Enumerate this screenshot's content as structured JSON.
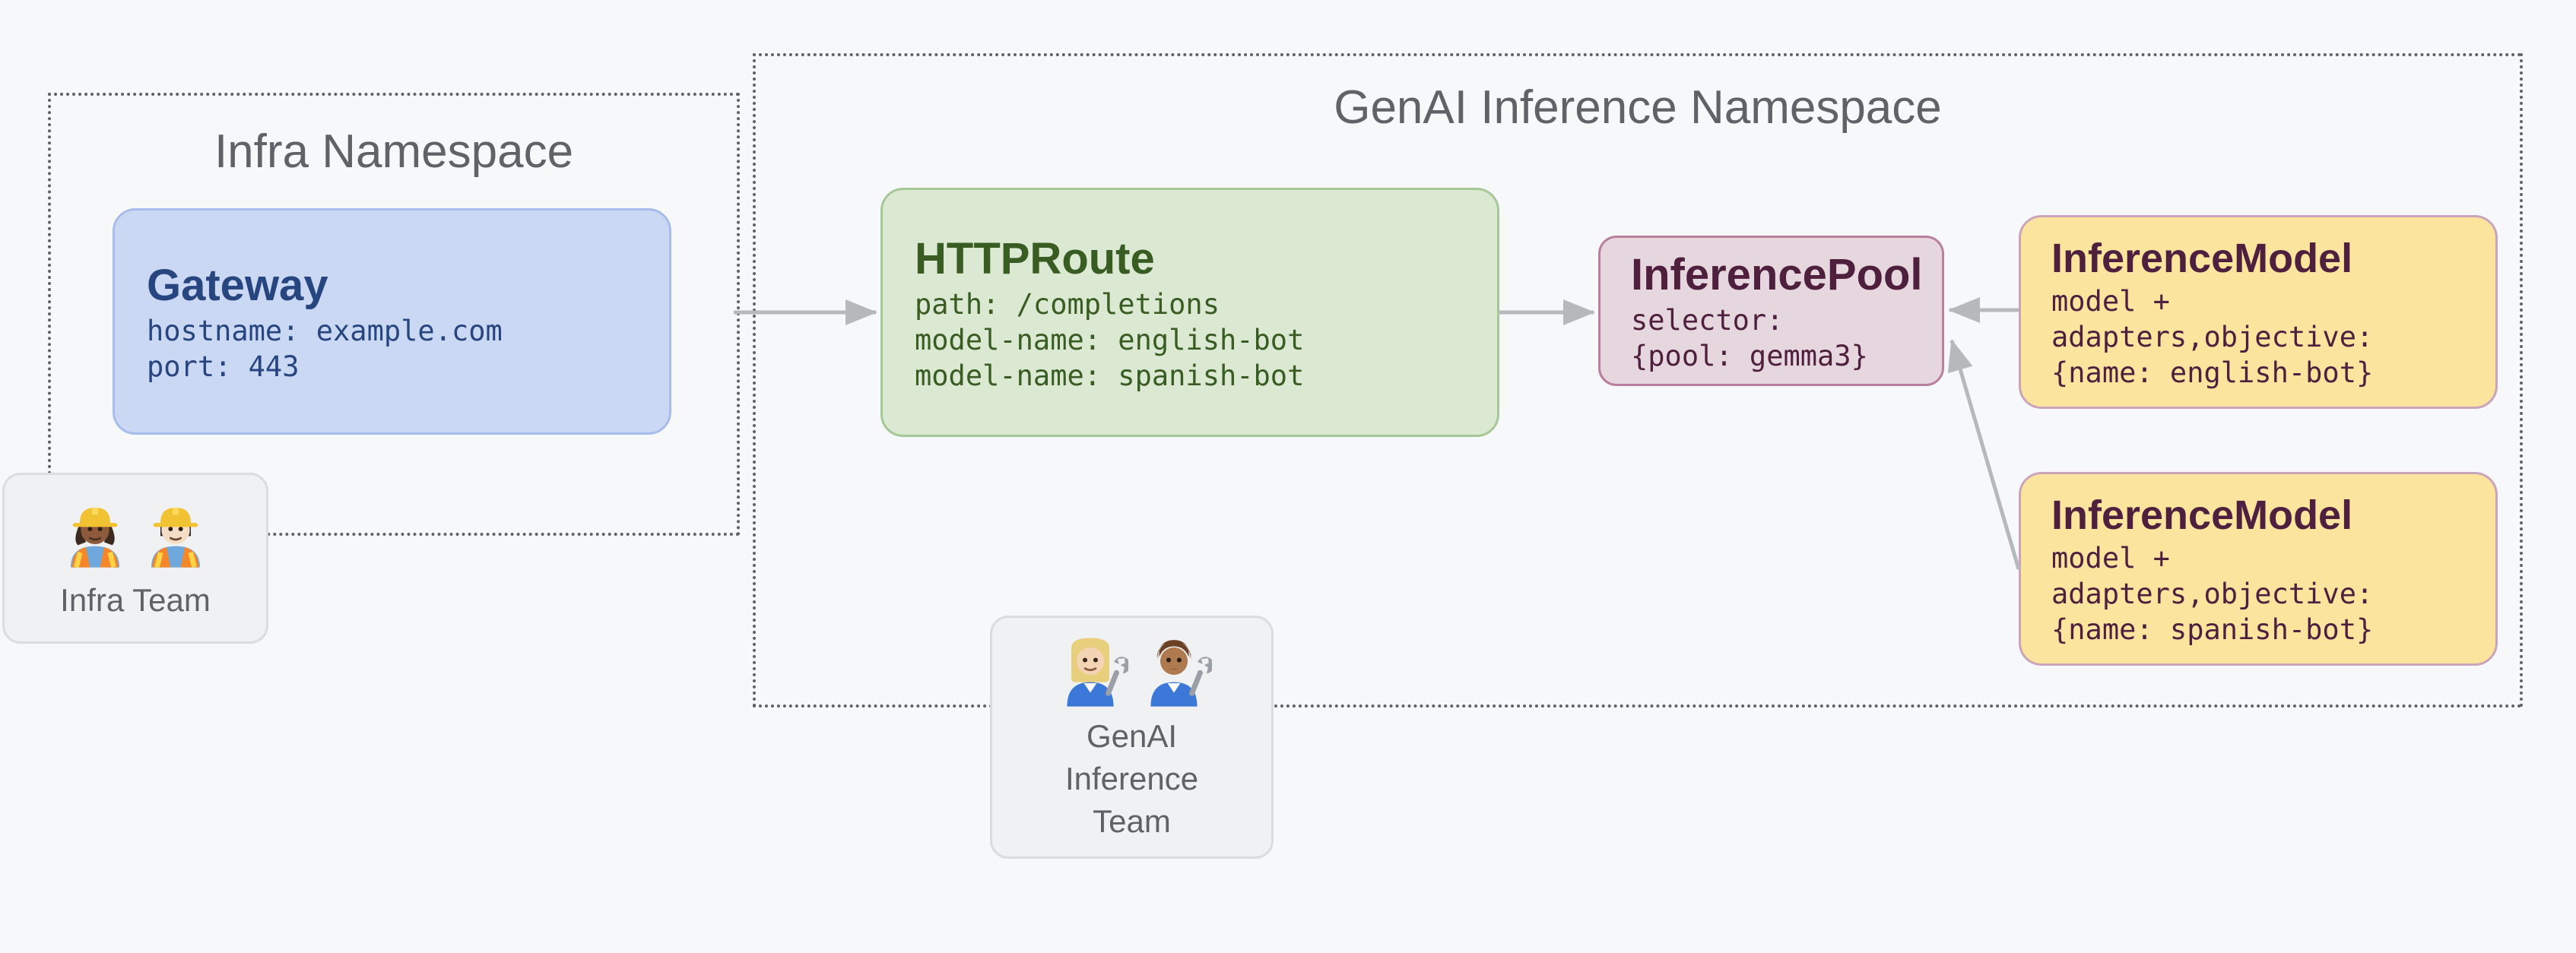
{
  "diagram": {
    "background_color": "#f7f8fa",
    "arrow_color": "#b6b9bc",
    "namespace_border_color": "#5f6164",
    "namespace_title_color": "#5f6368",
    "namespaces": {
      "infra": {
        "title": "Infra Namespace"
      },
      "genai": {
        "title": "GenAI Inference Namespace"
      }
    },
    "nodes": {
      "gateway": {
        "title": "Gateway",
        "lines": [
          "hostname: example.com",
          "port: 443"
        ],
        "fill": "#cbd8f4",
        "border": "#a6bdeb",
        "text_color": "#27457f"
      },
      "httproute": {
        "title": "HTTPRoute",
        "lines": [
          "path: /completions",
          "model-name: english-bot",
          "model-name: spanish-bot"
        ],
        "fill": "#dbe9d3",
        "border": "#a6c796",
        "text_color": "#395c23"
      },
      "inference_pool": {
        "title": "InferencePool",
        "lines": [
          "selector:",
          "{pool: gemma3}"
        ],
        "fill": "#e6d7df",
        "border": "#b97f9f",
        "text_color": "#4f1f3e"
      },
      "inference_model_english": {
        "title": "InferenceModel",
        "lines": [
          "model +",
          "adapters,objective:",
          "{name: english-bot}"
        ],
        "fill": "#fbe49e",
        "border": "#caa4ba",
        "text_color": "#4f1f3e"
      },
      "inference_model_spanish": {
        "title": "InferenceModel",
        "lines": [
          "model +",
          "adapters,objective:",
          "{name: spanish-bot}"
        ],
        "fill": "#fbe49e",
        "border": "#caa4ba",
        "text_color": "#4f1f3e"
      }
    },
    "teams": {
      "infra": {
        "label_lines": [
          "Infra Team"
        ],
        "emojis": [
          "woman-construction-worker-emoji",
          "man-construction-worker-emoji"
        ]
      },
      "genai": {
        "label_lines": [
          "GenAI",
          "Inference",
          "Team"
        ],
        "emojis": [
          "woman-mechanic-emoji",
          "man-mechanic-emoji"
        ]
      }
    },
    "arrows": [
      {
        "name": "arrow-gateway-to-httproute",
        "from": "infra-namespace-border",
        "to": "httproute"
      },
      {
        "name": "arrow-httproute-to-inferencepool",
        "from": "httproute",
        "to": "inference_pool"
      },
      {
        "name": "arrow-inferencemodel-english-to-inferencepool",
        "from": "inference_model_english",
        "to": "inference_pool"
      },
      {
        "name": "arrow-inferencemodel-spanish-to-inferencepool",
        "from": "inference_model_spanish",
        "to": "inference_pool"
      }
    ]
  }
}
